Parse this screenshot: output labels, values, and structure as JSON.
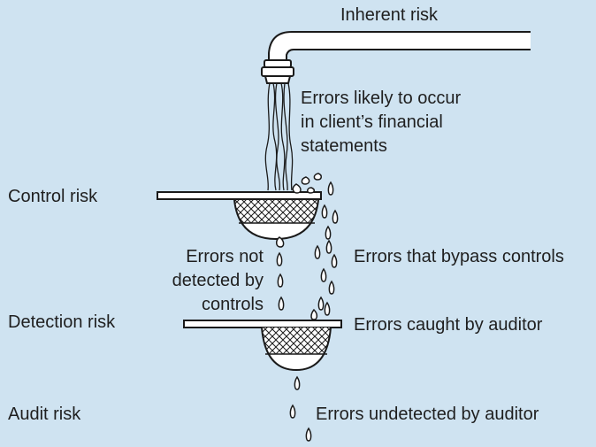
{
  "labels": {
    "inherent_risk": "Inherent risk",
    "errors_likely": [
      "Errors likely to occur",
      "in client’s financial",
      "statements"
    ],
    "control_risk": "Control risk",
    "errors_not_detected": [
      "Errors not",
      "detected by",
      "controls"
    ],
    "errors_bypass": "Errors that bypass controls",
    "detection_risk": "Detection risk",
    "errors_caught": "Errors caught by auditor",
    "audit_risk": "Audit risk",
    "errors_undetected": "Errors undetected by auditor"
  },
  "colors": {
    "background": "#cfe3f1",
    "outline": "#1a1a1a",
    "fill": "#ffffff",
    "text": "#1f1f1f"
  }
}
